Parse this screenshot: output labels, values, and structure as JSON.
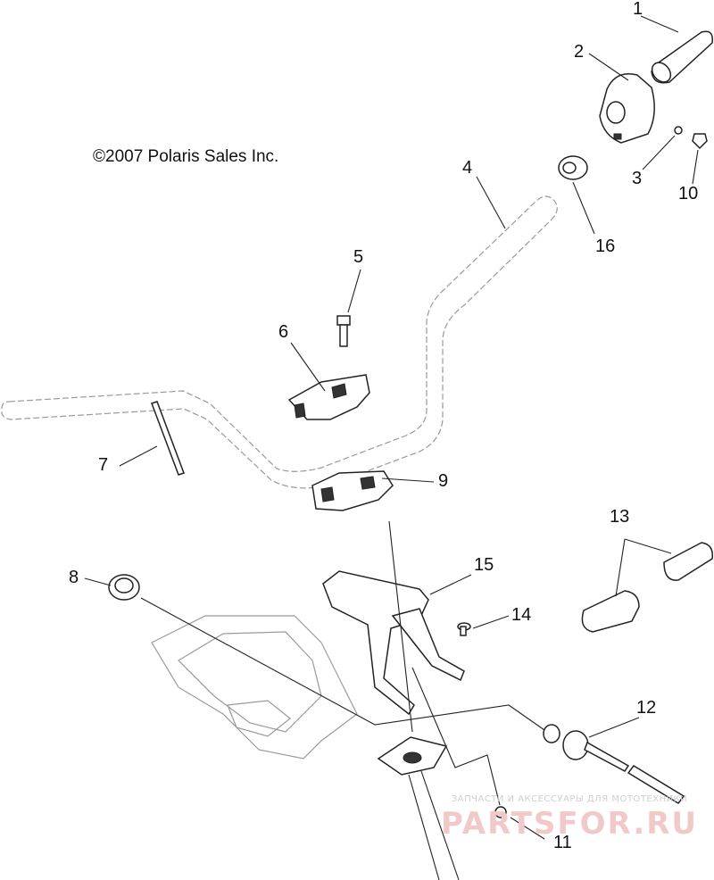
{
  "copyright": "©2007 Polaris Sales Inc.",
  "callouts": [
    "1",
    "2",
    "3",
    "4",
    "5",
    "6",
    "7",
    "8",
    "9",
    "10",
    "11",
    "12",
    "13",
    "14",
    "15",
    "16"
  ],
  "watermark": {
    "tagline": "ЗАПЧАСТИ И АКСЕССУАРЫ ДЛЯ МОТОТЕХНИКИ",
    "logo": "PARTSFOR.RU"
  }
}
